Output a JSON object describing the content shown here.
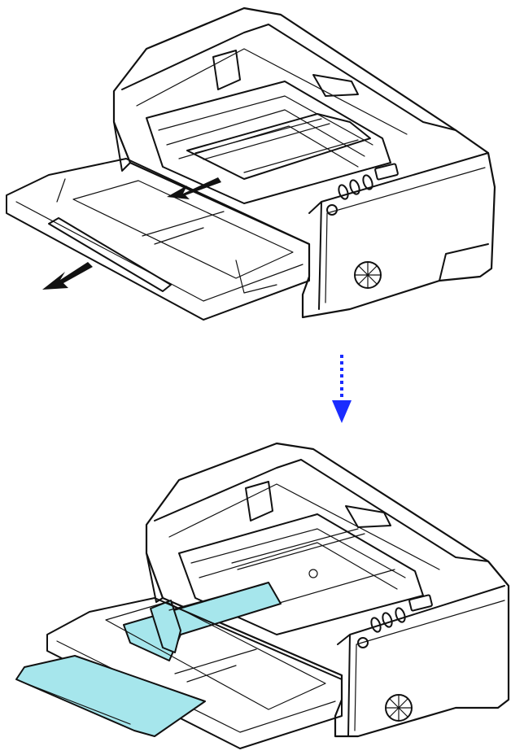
{
  "colors": {
    "line": "#111111",
    "background": "#ffffff",
    "highlight": "#a6e6ec",
    "flow_arrow": "#1a2cff"
  },
  "panels": [
    {
      "state": "closed",
      "arrows": "black-direction-arrows",
      "highlight": false
    },
    {
      "state": "extended",
      "arrows": "none",
      "highlight": true
    }
  ],
  "connector": {
    "style": "dotted",
    "direction": "down",
    "icon": "down-arrow-icon"
  }
}
